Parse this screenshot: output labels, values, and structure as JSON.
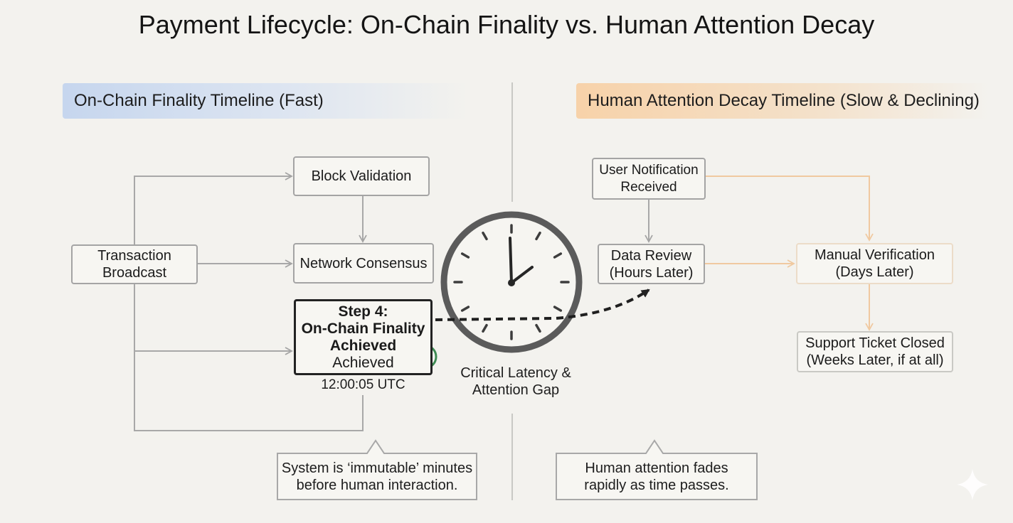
{
  "title": "Payment Lifecycle: On-Chain Finality vs. Human Attention Decay",
  "left_panel": {
    "banner": "On-Chain Finality Timeline (Fast)",
    "nodes": {
      "transaction_broadcast": [
        "Transaction",
        "Broadcast"
      ],
      "block_validation": "Block Validation",
      "network_consensus": "Network Consensus",
      "finality": [
        "Step 4:",
        "On-Chain Finality",
        "Achieved",
        "Achieved"
      ]
    },
    "timestamp": "12:00:05 UTC",
    "callout": [
      "System is ‘immutable’ minutes",
      "before human interaction."
    ]
  },
  "center": {
    "caption": [
      "Critical Latency &",
      "Attention Gap"
    ]
  },
  "right_panel": {
    "banner": "Human Attention Decay Timeline (Slow & Declining)",
    "nodes": {
      "user_notification": [
        "User Notification",
        "Received"
      ],
      "data_review": [
        "Data Review",
        "(Hours Later)"
      ],
      "manual_verification": [
        "Manual Verification",
        "(Days Later)"
      ],
      "support_ticket": [
        "Support Ticket Closed",
        "(Weeks Later, if at all)"
      ]
    },
    "callout": [
      "Human attention fades",
      "rapidly as time passes."
    ]
  },
  "colors": {
    "left_banner": "#c6d6ee",
    "right_banner": "#f7d2a9",
    "check_green": "#3d8a52",
    "faded_connector": "#f0c9a0"
  }
}
